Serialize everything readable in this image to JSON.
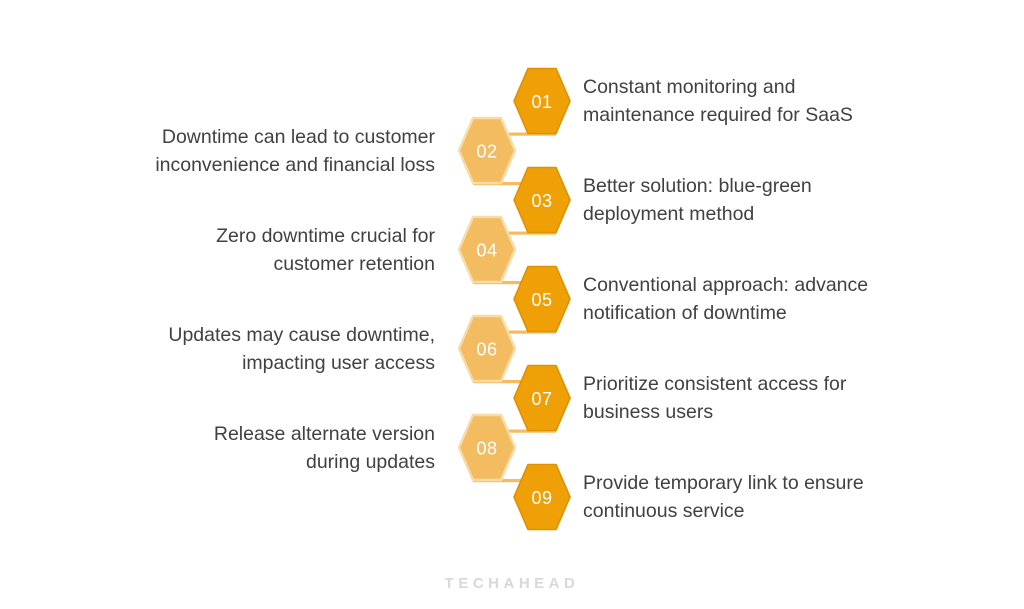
{
  "canvas": {
    "background": "#ffffff",
    "text_color": "#414141"
  },
  "theme": {
    "hex_dark_fill": "#F0A007",
    "hex_dark_stroke": "#E09100",
    "hex_light_fill": "#F3BC60",
    "hex_light_stroke": "#F7DCA8",
    "connector_color": "#F4BC5E",
    "number_color": "#ffffff",
    "watermark_color": "#d8d8d8"
  },
  "steps": [
    {
      "number": "01",
      "side": "right",
      "style": "dark",
      "text": "Constant monitoring and\nmaintenance required for SaaS"
    },
    {
      "number": "02",
      "side": "left",
      "style": "light",
      "text": "Downtime can lead to customer\ninconvenience and financial loss"
    },
    {
      "number": "03",
      "side": "right",
      "style": "dark",
      "text": "Better solution: blue-green\ndeployment method"
    },
    {
      "number": "04",
      "side": "left",
      "style": "light",
      "text": "Zero downtime crucial for\ncustomer retention"
    },
    {
      "number": "05",
      "side": "right",
      "style": "dark",
      "text": "Conventional approach: advance\nnotification of downtime"
    },
    {
      "number": "06",
      "side": "left",
      "style": "light",
      "text": "Updates may cause downtime,\nimpacting user access"
    },
    {
      "number": "07",
      "side": "right",
      "style": "dark",
      "text": "Prioritize consistent access for\nbusiness users"
    },
    {
      "number": "08",
      "side": "left",
      "style": "light",
      "text": "Release alternate version\nduring updates"
    },
    {
      "number": "09",
      "side": "right",
      "style": "dark",
      "text": "Provide temporary link to ensure\ncontinuous service"
    }
  ],
  "footer": {
    "brand": "TECHAHEAD"
  }
}
